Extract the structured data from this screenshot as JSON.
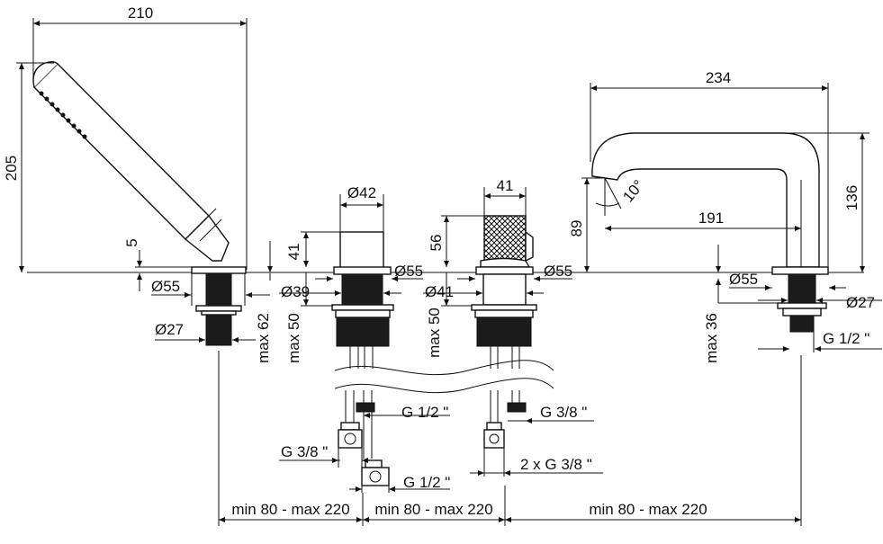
{
  "diagram": {
    "handshower_width": "210",
    "handshower_height": "205",
    "handshower_plate": "5",
    "handshower_flange": "Ø55",
    "handshower_shank": "Ø27",
    "handshower_max": "max 62",
    "valve_cap": "Ø42",
    "valve_height": "41",
    "valve_flange": "Ø55",
    "valve_shank": "Ø39",
    "valve_max": "max 50",
    "valve_inlet": "G 1/2 \"",
    "valve_outlet_small": "G 3/8 \"",
    "valve_outlet_large": "G 1/2 \"",
    "diverter_width": "41",
    "diverter_height": "56",
    "diverter_flange": "Ø55",
    "diverter_shank": "Ø41",
    "diverter_max": "max 50",
    "diverter_outlet": "G 3/8 \"",
    "diverter_outlets": "2 x G 3/8 \"",
    "spout_length": "234",
    "spout_height": "136",
    "spout_reach": "191",
    "spout_outlet_height": "89",
    "spout_angle": "10°",
    "spout_flange": "Ø55",
    "spout_shank": "Ø27",
    "spout_max": "max 36",
    "spout_thread": "G 1/2 \"",
    "spacing_1": "min 80 - max 220",
    "spacing_2": "min 80 - max 220",
    "spacing_3": "min 80 - max 220"
  }
}
